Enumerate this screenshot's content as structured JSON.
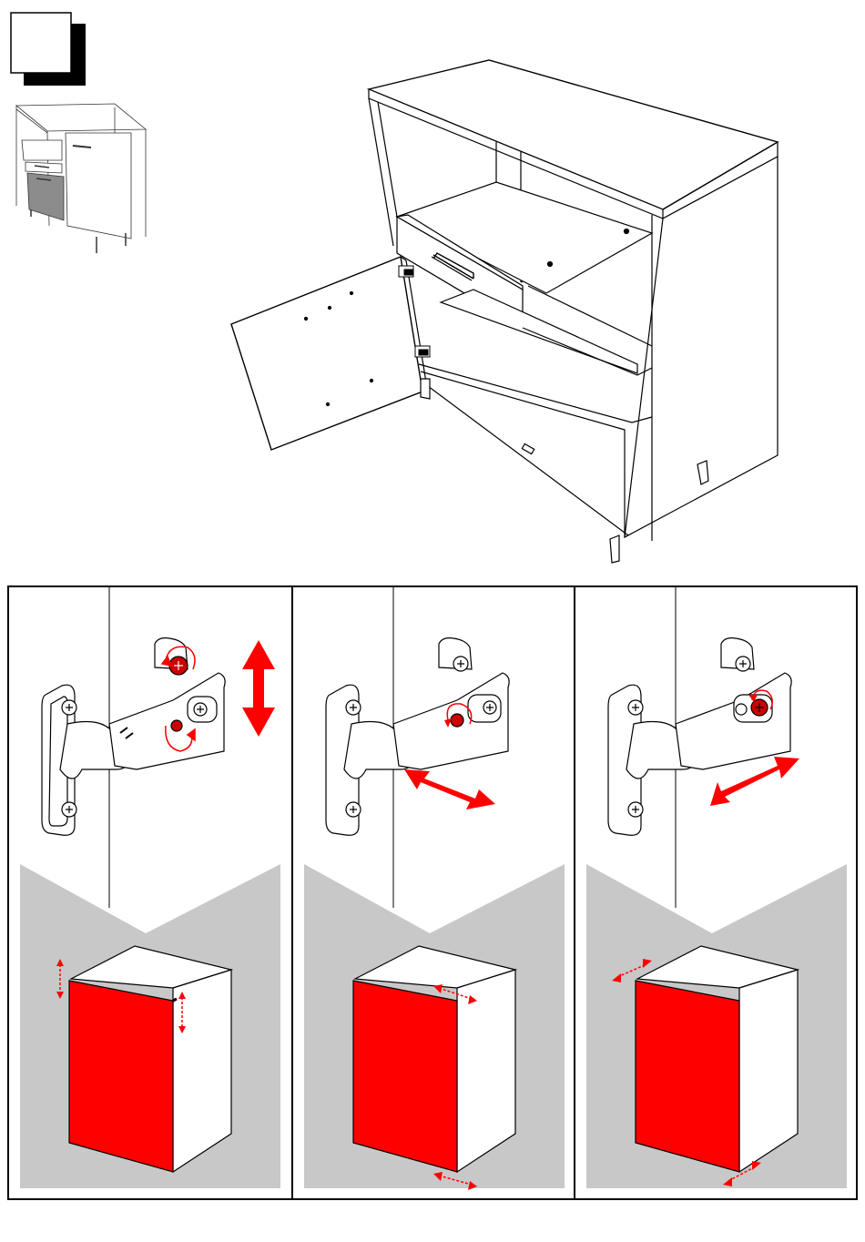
{
  "page": {
    "step_badge": {
      "text": ""
    },
    "thumbnail": {
      "highlight_color": "#8c8c8c"
    },
    "main_illustration": {
      "icons": [
        "cabinet-icon",
        "hinge-icon"
      ]
    },
    "panels": [
      {
        "id": "vertical-adjustment",
        "arrow": "vertical",
        "accent": "#ff0000",
        "door_color": "#ff0000",
        "backdrop": "#c8c8c8"
      },
      {
        "id": "lateral-adjustment",
        "arrow": "horizontal",
        "accent": "#ff0000",
        "door_color": "#ff0000",
        "backdrop": "#c8c8c8"
      },
      {
        "id": "depth-adjustment",
        "arrow": "diagonal",
        "accent": "#ff0000",
        "door_color": "#ff0000",
        "backdrop": "#c8c8c8"
      }
    ]
  }
}
